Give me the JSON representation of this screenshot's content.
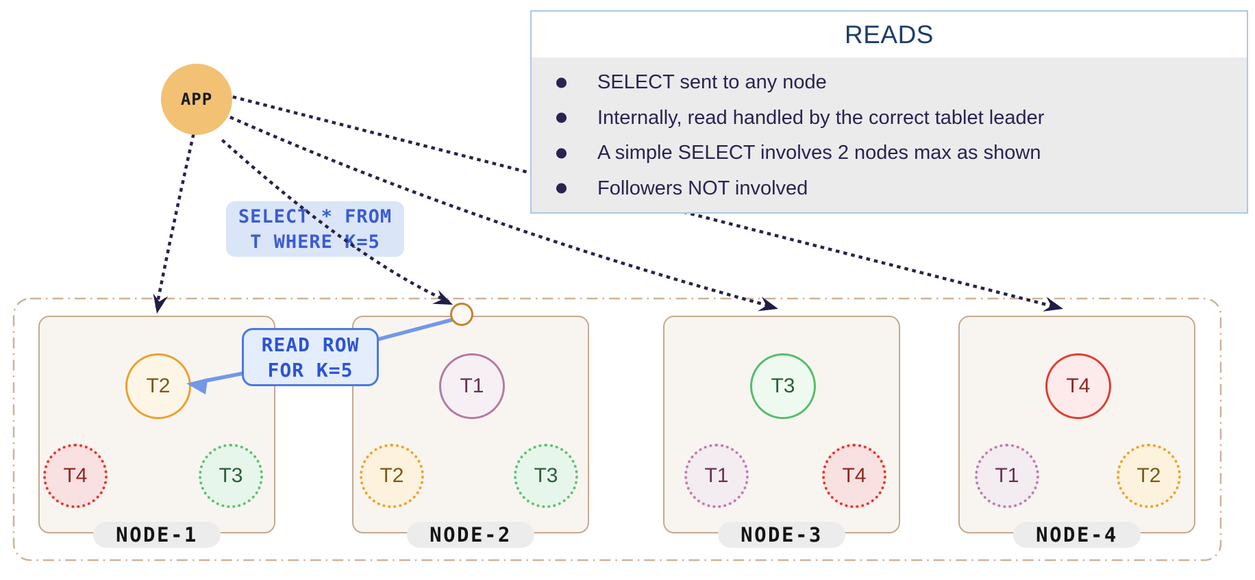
{
  "app": {
    "label": "APP"
  },
  "reads_panel": {
    "title": "READS",
    "bullets": [
      "SELECT sent to any node",
      "Internally, read handled by the correct tablet leader",
      "A simple SELECT involves 2 nodes max as shown",
      "Followers NOT involved"
    ]
  },
  "callouts": {
    "select_query": {
      "line1": "SELECT * FROM",
      "line2": "T WHERE K=5"
    },
    "read_row": {
      "line1": "READ ROW",
      "line2": "FOR K=5"
    }
  },
  "nodes": [
    {
      "name": "NODE-1",
      "leader": {
        "label": "T2",
        "color": "orange"
      },
      "followers": [
        {
          "label": "T4",
          "color": "red"
        },
        {
          "label": "T3",
          "color": "green"
        }
      ]
    },
    {
      "name": "NODE-2",
      "leader": {
        "label": "T1",
        "color": "mauve"
      },
      "followers": [
        {
          "label": "T2",
          "color": "orange"
        },
        {
          "label": "T3",
          "color": "green"
        }
      ]
    },
    {
      "name": "NODE-3",
      "leader": {
        "label": "T3",
        "color": "green"
      },
      "followers": [
        {
          "label": "T1",
          "color": "mauve"
        },
        {
          "label": "T4",
          "color": "red"
        }
      ]
    },
    {
      "name": "NODE-4",
      "leader": {
        "label": "T4",
        "color": "red"
      },
      "followers": [
        {
          "label": "T1",
          "color": "mauve"
        },
        {
          "label": "T2",
          "color": "orange"
        }
      ]
    }
  ],
  "colors": {
    "app_circle": "#f2c173",
    "arrow_dotted_navy": "#272349",
    "arrow_blue": "#7397e9",
    "callout_blue_text": "#2d54d2",
    "callout_bg": "#dbe5f8",
    "reads_title_text": "#1d3c68",
    "reads_body_bg": "#ebebeb",
    "reads_border": "#abc8e8",
    "node_bg": "#f8f5f1",
    "node_border": "#c5a98e",
    "node_pill_bg": "#ececec",
    "cluster_dashdot_border": "#ccb49a",
    "handoff_circle_border": "#c5812f",
    "tablet_orange": "#eda02d",
    "tablet_mauve": "#b27ba1",
    "tablet_green": "#55bc6b",
    "tablet_red": "#e23c31"
  }
}
